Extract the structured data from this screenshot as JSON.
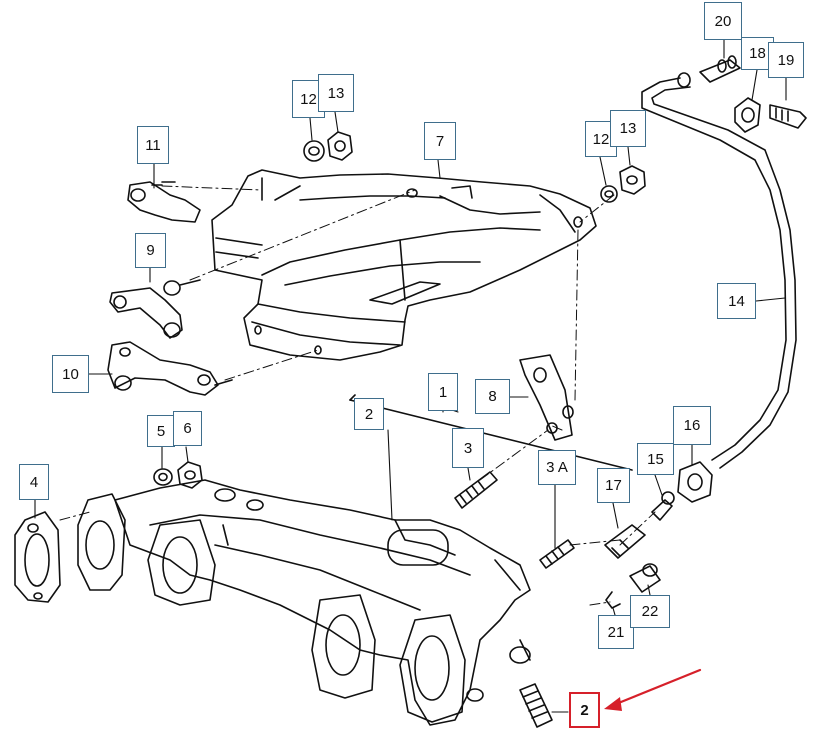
{
  "diagram": {
    "highlight_color": "#d6202a",
    "callout_border_color": "#3f6e8c",
    "line_color": "#111111",
    "highlighted_callout": "2",
    "callouts": {
      "c1": "1",
      "c2a": "2",
      "c2b": "2",
      "c3": "3",
      "c3a": "3 A",
      "c4": "4",
      "c5": "5",
      "c6": "6",
      "c7": "7",
      "c8": "8",
      "c9": "9",
      "c10": "10",
      "c11": "11",
      "c12a": "12",
      "c13a": "13",
      "c12b": "12",
      "c13b": "13",
      "c14": "14",
      "c15": "15",
      "c16": "16",
      "c17": "17",
      "c18": "18",
      "c19": "19",
      "c20": "20",
      "c21": "21",
      "c22": "22"
    }
  }
}
